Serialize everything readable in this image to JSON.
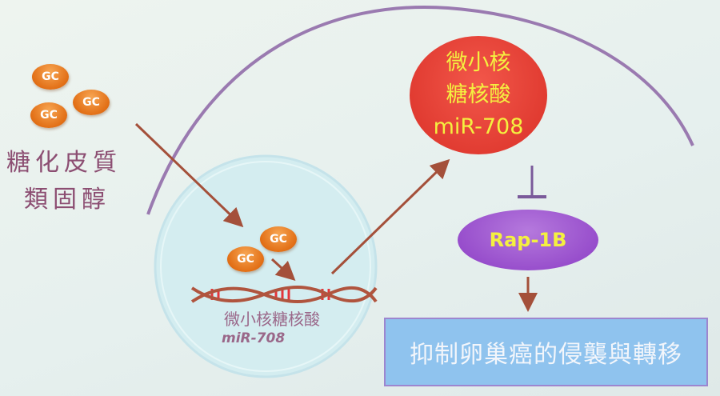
{
  "stimulus": {
    "gc_label": "GC",
    "name_line1": "糖化皮質",
    "name_line2": "類固醇"
  },
  "nucleus": {
    "gc_label": "GC",
    "gene_label": "微小核糖核酸",
    "gene_code": "miR-708"
  },
  "mirna": {
    "line1": "微小核",
    "line2": "糖核酸",
    "line3": "miR-708"
  },
  "target": {
    "label": "Rap-1B"
  },
  "outcome": {
    "label": "抑制卵巢癌的侵襲與轉移"
  },
  "colors": {
    "mirna": "#e03a30",
    "target": "#964ccb",
    "outcome": "#8fc3ee",
    "arrow": "#a4503a",
    "membrane": "#9a7ab0"
  }
}
